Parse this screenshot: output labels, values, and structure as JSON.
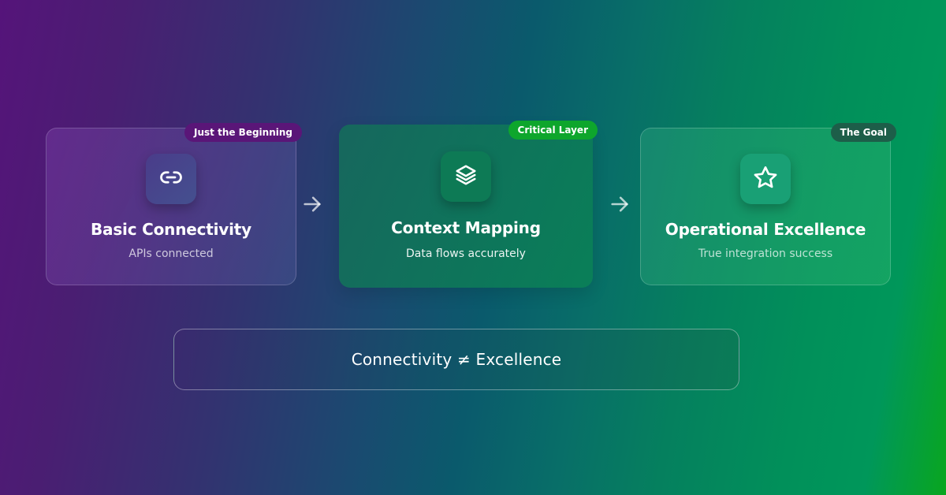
{
  "diagram": {
    "stages": [
      {
        "badge": "Just the Beginning",
        "icon": "link-icon",
        "title": "Basic Connectivity",
        "subtitle": "APIs connected",
        "badge_color": "#5a1678"
      },
      {
        "badge": "Critical Layer",
        "icon": "layers-icon",
        "title": "Context Mapping",
        "subtitle": "Data flows accurately",
        "badge_color": "#0ea62c"
      },
      {
        "badge": "The Goal",
        "icon": "star-icon",
        "title": "Operational Excellence",
        "subtitle": "True integration success",
        "badge_color": "#1d5e49"
      }
    ],
    "connectors": [
      "arrow-right-icon",
      "arrow-right-icon"
    ],
    "summary": "Connectivity ≠ Excellence"
  },
  "colors": {
    "background_start": "#55147a",
    "background_mid": "#0a5a6c",
    "background_end": "#09a61f"
  }
}
